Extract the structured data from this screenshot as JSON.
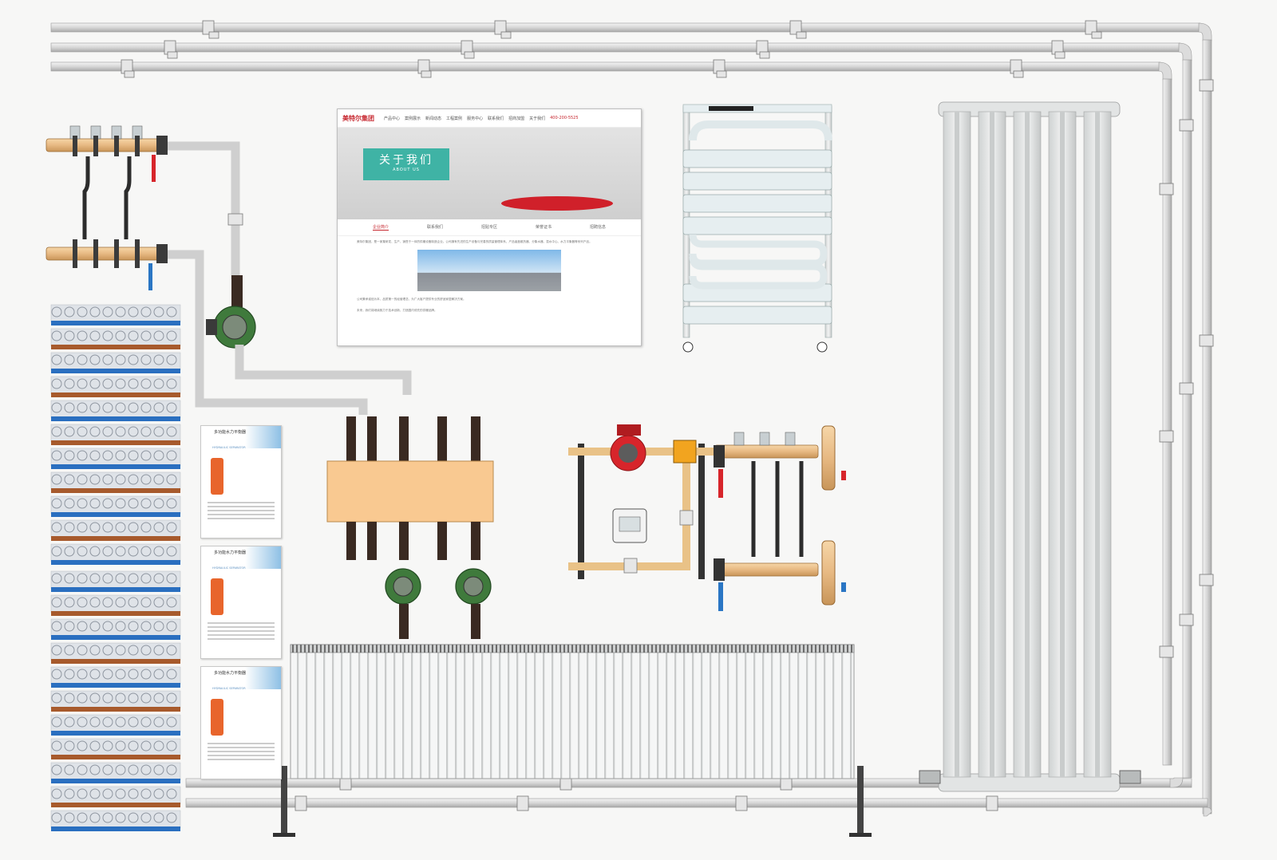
{
  "website": {
    "logo": "美特尔集团",
    "nav": [
      "产品中心",
      "案例展示",
      "新闻动态",
      "工程案例",
      "服务中心",
      "联系我们",
      "招商加盟",
      "关于我们"
    ],
    "phone": "400-200-5525",
    "hero_title": "关于我们",
    "hero_subtitle": "ABOUT US",
    "tabs": [
      "企业简介",
      "联系我们",
      "招贴专区",
      "荣誉证书",
      "招聘信息"
    ],
    "para1": "美特尔集团，是一家集研发、生产、销售于一体的供暖设备制造企业。公司拥有先进的生产设备与完善的质量管理体系，产品涵盖散热器、分集水器、混水中心、水力平衡器等系列产品。",
    "para2": "公司秉承诚信为本、品质第一的经营理念，为广大客户提供专业的舒适家居解决方案。",
    "para3": "未来，我们将继续致力于技术创新，打造国内领先的供暖品牌。"
  },
  "brochures": [
    {
      "title": "多功能水力平衡器",
      "subtitle": "HYDRAULIC SEPARATOR"
    },
    {
      "title": "多功能水力平衡器",
      "subtitle": "HYDRAULIC SEPARATOR"
    },
    {
      "title": "多功能水力平衡器",
      "subtitle": "HYDRAULIC SEPARATOR"
    }
  ],
  "colors": {
    "pipe": "#d9d9d9",
    "brass": "#e7b983",
    "red_handle": "#d7252b",
    "blue_handle": "#2a76c4",
    "pump_green": "#3f7a3c",
    "pex_blue": "#2a6fc0",
    "pex_brown": "#a75a2c",
    "radiator": "#e4e6e6",
    "towel_rail": "#e6eef0"
  }
}
